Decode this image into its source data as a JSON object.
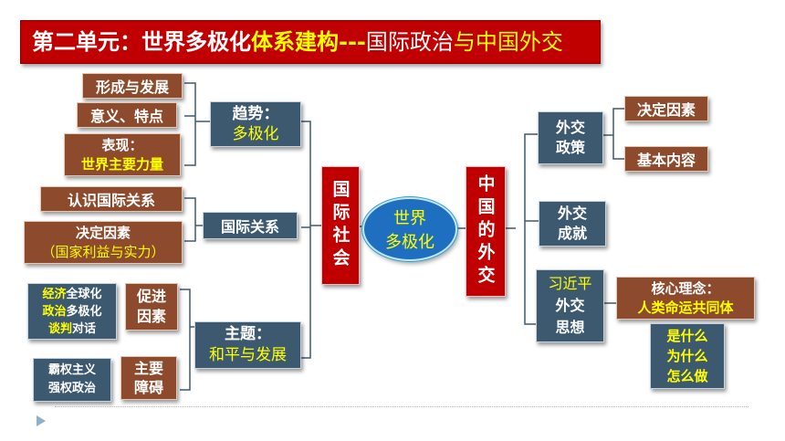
{
  "title": {
    "part1": "第二单元：世界多极化",
    "part2": "体系建构",
    "part3": "---",
    "part4": "国际政治",
    "part5": "与中国外交"
  },
  "center": {
    "label_line1": "世界",
    "label_line2": "多极化"
  },
  "left_pillar": {
    "label": "国际社会"
  },
  "right_pillar": {
    "label": "中国的外交"
  },
  "left": {
    "trend": {
      "line1": "趋势：",
      "line2": "多极化"
    },
    "trend_items": [
      {
        "text": "形成与发展"
      },
      {
        "text": "意义、特点"
      },
      {
        "line1": "表现：",
        "line2": "世界主要力量"
      }
    ],
    "relations": {
      "label": "国际关系"
    },
    "relations_items": [
      {
        "text": "认识国际关系"
      },
      {
        "line1": "决定因素",
        "line2": "（国家利益与实力）"
      }
    ],
    "theme": {
      "line1": "主题：",
      "line2": "和平与发展"
    },
    "promote": {
      "line1": "促进",
      "line2": "因素"
    },
    "promote_detail": {
      "line1a": "经济",
      "line1b": "全球化",
      "line2a": "政治",
      "line2b": "多极化",
      "line3a": "谈判",
      "line3b": "对话"
    },
    "obstacle": {
      "line1": "主要",
      "line2": "障碍"
    },
    "obstacle_detail": {
      "line1": "霸权主义",
      "line2": "强权政治"
    }
  },
  "right": {
    "policy": {
      "line1": "外交",
      "line2": "政策"
    },
    "policy_items": [
      {
        "text": "决定因素"
      },
      {
        "text": "基本内容"
      }
    ],
    "achievement": {
      "line1": "外交",
      "line2": "成就"
    },
    "thought": {
      "line1": "习近平",
      "line2": "外交",
      "line3": "思想"
    },
    "core": {
      "line1": "核心理念：",
      "line2": "人类命运共同体"
    },
    "questions": {
      "line1": "是什么",
      "line2": "为什么",
      "line3": "怎么做"
    }
  },
  "colors": {
    "title_red": "#c00000",
    "brown": "#8e4a2c",
    "slate": "#3d5970",
    "circle_blue": "#1f6fc0",
    "highlight": "#ffff00"
  }
}
